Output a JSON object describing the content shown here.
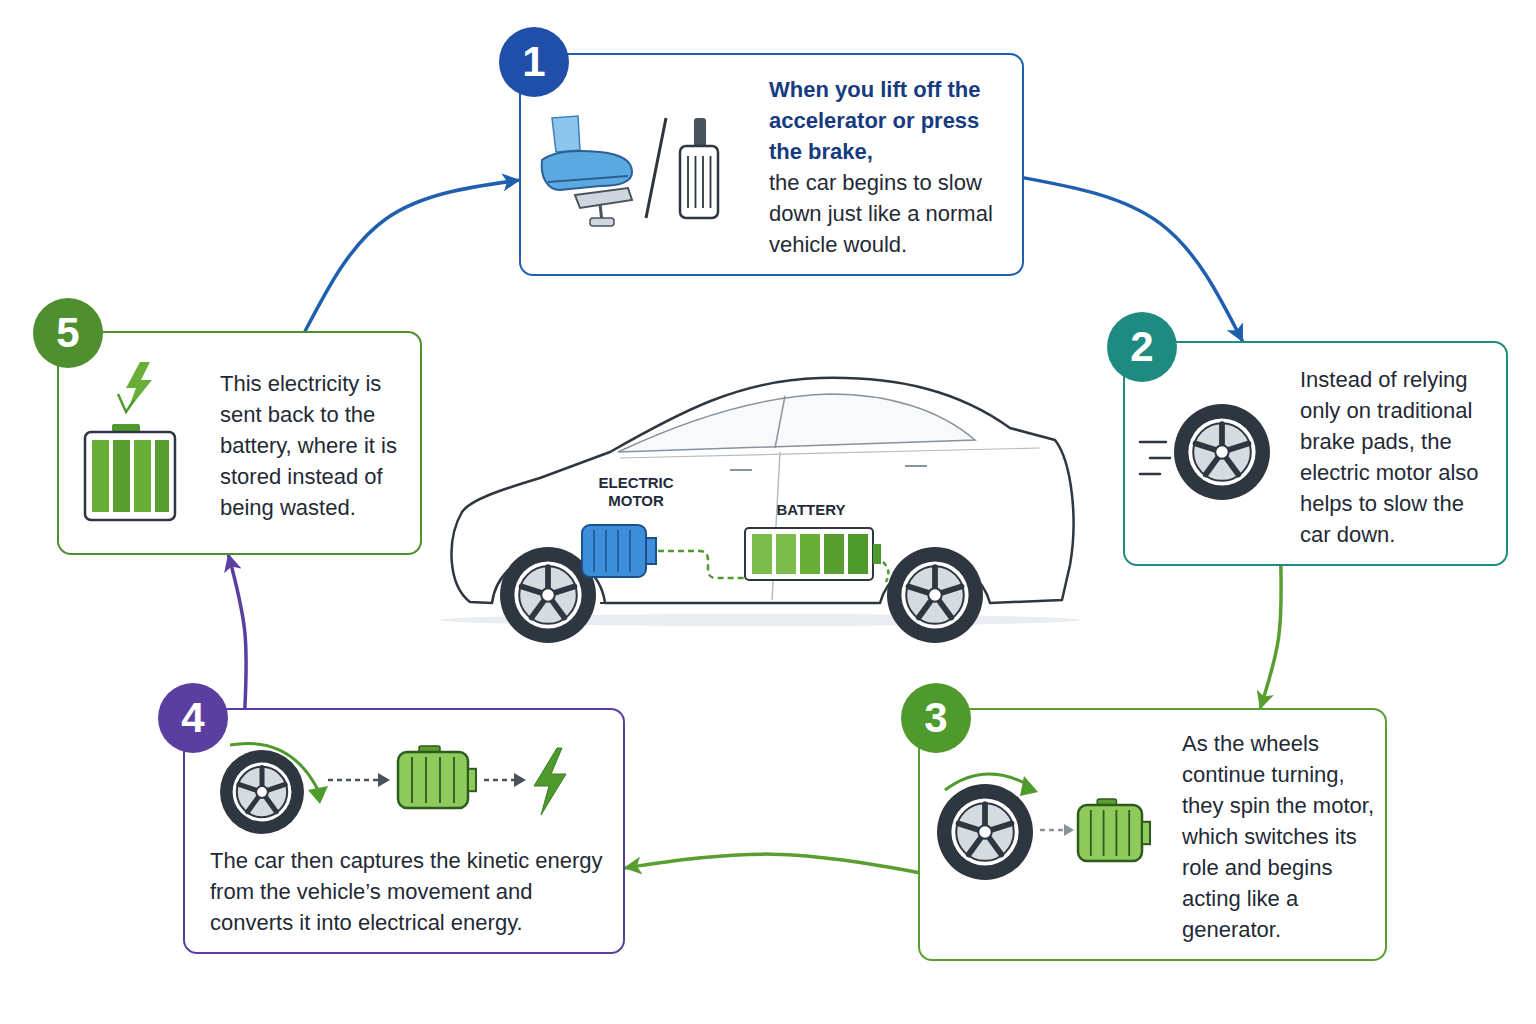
{
  "diagram": {
    "nodes": [
      {
        "text": [
          "When you lift off the accelerator or press the brake,",
          "the car begins to slow down just like a normal vehicle would."
        ]
      },
      {
        "text": [
          "Instead of relying only on traditional brake pads, the electric motor also helps to slow the car down."
        ]
      },
      {
        "text": [
          "As the wheels continue turning, they spin the motor, which switches its role and begins acting like a generator."
        ]
      },
      {
        "text": [
          "The car then captures the kinetic energy from the vehicle’s movement and converts it into electrical energy."
        ]
      },
      {
        "text": [
          "This electricity is sent back to the battery, where it is stored instead of being wasted."
        ]
      }
    ],
    "edges": [
      {
        "from": 0,
        "to": 1,
        "arrow": "to"
      },
      {
        "from": 1,
        "to": 2,
        "arrow": "to"
      },
      {
        "from": 2,
        "to": 3,
        "arrow": "to"
      },
      {
        "from": 3,
        "to": 4,
        "arrow": "to"
      },
      {
        "from": 4,
        "to": 0,
        "arrow": "to"
      }
    ],
    "labels": [
      "1",
      "2",
      "3",
      "4",
      "5",
      "ELECTRIC MOTOR",
      "BATTERY"
    ]
  }
}
